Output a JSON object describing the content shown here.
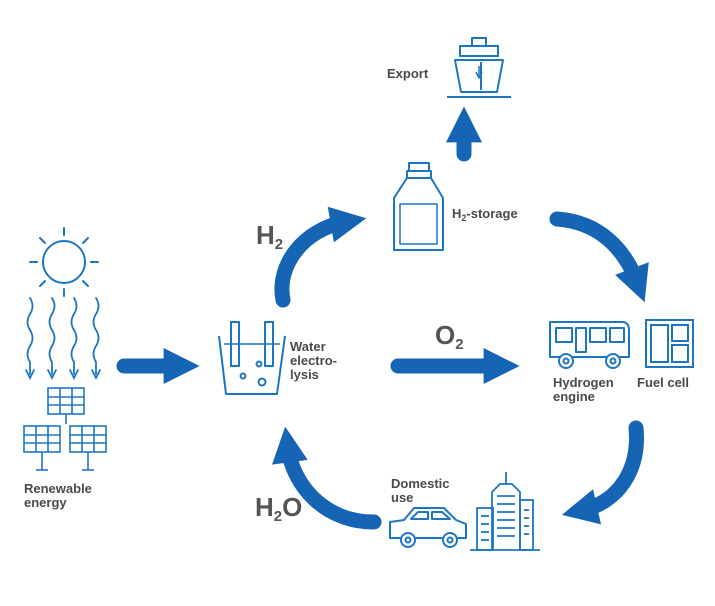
{
  "labels": {
    "export": "Export",
    "h2_storage_prefix": "H",
    "h2_storage_sub": "2",
    "h2_storage_suffix": "-storage",
    "water_electrolysis": "Water\nelectro-\nlysis",
    "hydrogen_engine": "Hydrogen\nengine",
    "fuel_cell": "Fuel cell",
    "domestic_use": "Domestic\nuse",
    "renewable_energy": "Renewable\nenergy"
  },
  "molecules": {
    "h2": {
      "base": "H",
      "sub": "2"
    },
    "o2": {
      "base": "O",
      "sub": "2"
    },
    "h2o": {
      "base": "H",
      "sub": "2",
      "tail": "O"
    }
  },
  "colors": {
    "arrow": "#1565b4",
    "icon": "#1e76c3",
    "text": "#4a4a4a",
    "molecule_text": "#555555",
    "background": "#ffffff"
  },
  "icons": [
    "sun-icon",
    "heat-waves-icon",
    "solar-panel-icon",
    "beaker-icon",
    "bottle-icon",
    "ship-icon",
    "bus-icon",
    "fuel-cell-icon",
    "car-icon",
    "building-icon"
  ]
}
